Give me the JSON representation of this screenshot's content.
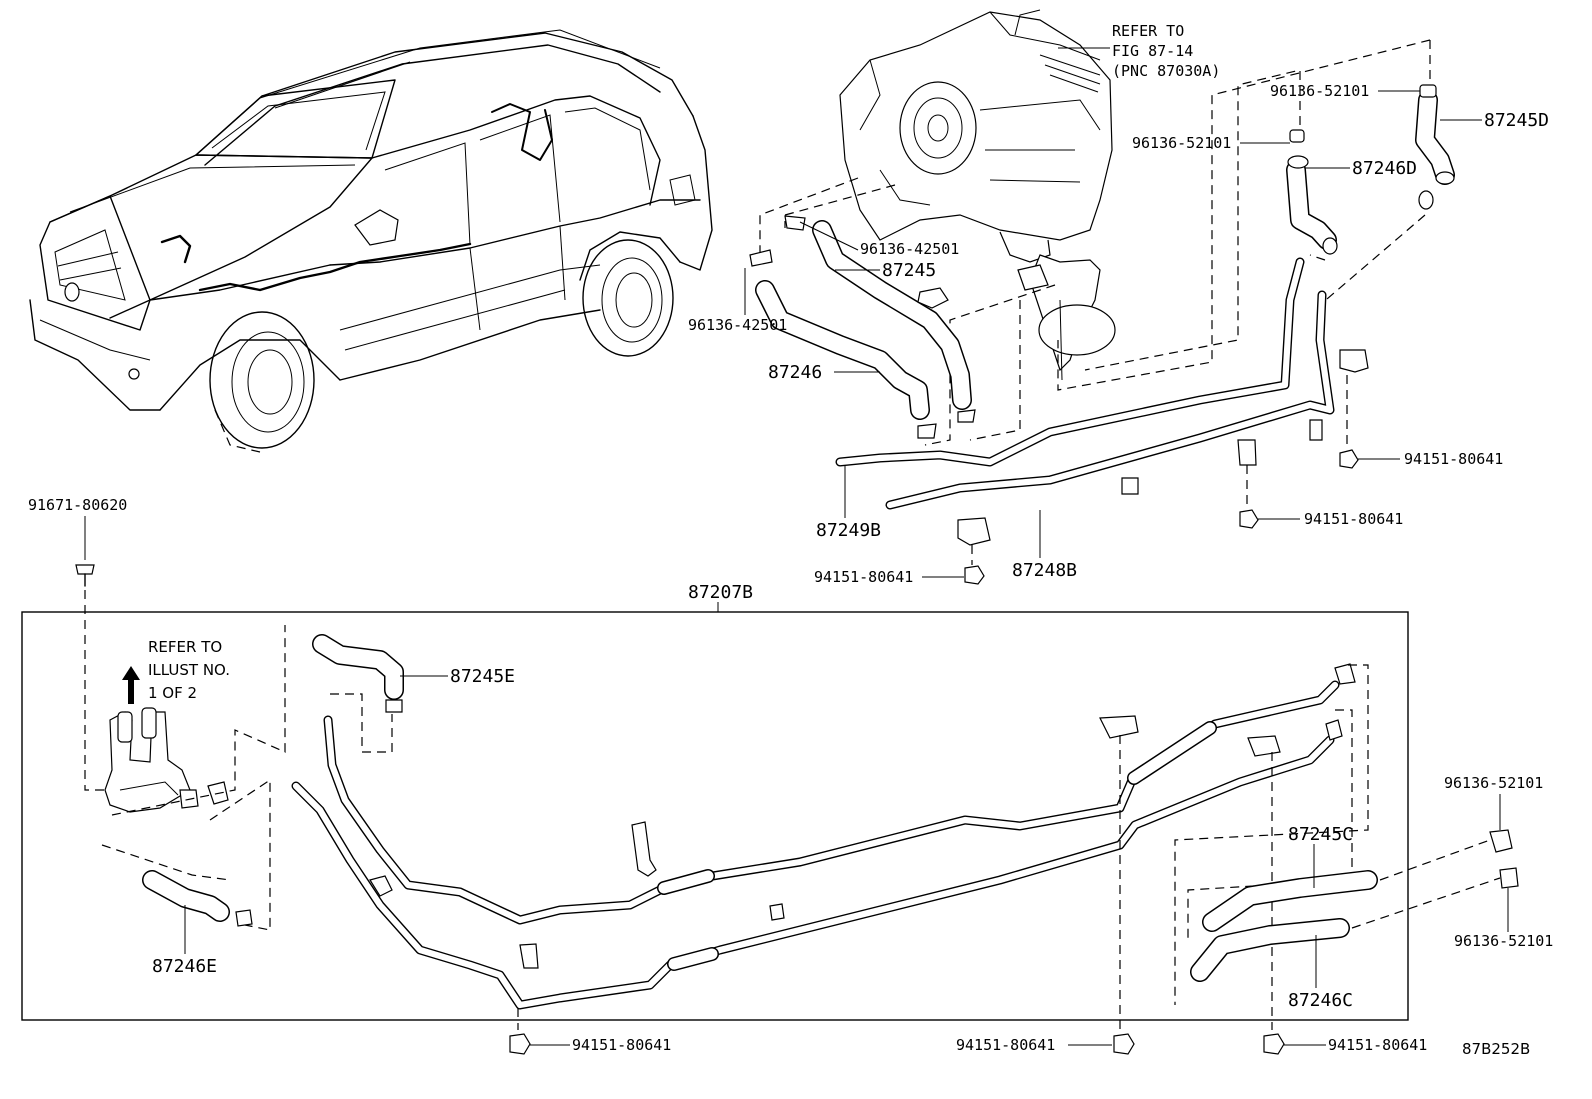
{
  "refer_heater": {
    "line1": "REFER TO",
    "line2": "FIG 87-14",
    "line3": "(PNC 87030A)"
  },
  "refer_valve": {
    "line1": "REFER TO",
    "line2": "ILLUST NO.",
    "line3": "1 OF 2"
  },
  "labels": {
    "p_96136_52101_top1": "96136-52101",
    "p_87245D": "87245D",
    "p_96136_52101_top2": "96136-52101",
    "p_87246D": "87246D",
    "p_96136_42501_a": "96136-42501",
    "p_87245": "87245",
    "p_96136_42501_b": "96136-42501",
    "p_87246": "87246",
    "p_94151_80641_a": "94151-80641",
    "p_94151_80641_b": "94151-80641",
    "p_87249B": "87249B",
    "p_87248B": "87248B",
    "p_94151_80641_c": "94151-80641",
    "p_91671_80620": "91671-80620",
    "p_87207B": "87207B",
    "p_87245E": "87245E",
    "p_87246E": "87246E",
    "p_96136_52101_r1": "96136-52101",
    "p_87245C": "87245C",
    "p_96136_52101_r2": "96136-52101",
    "p_87246C": "87246C",
    "p_94151_80641_d": "94151-80641",
    "p_94151_80641_e": "94151-80641",
    "p_94151_80641_f": "94151-80641",
    "illustration_id": "87B252B"
  }
}
